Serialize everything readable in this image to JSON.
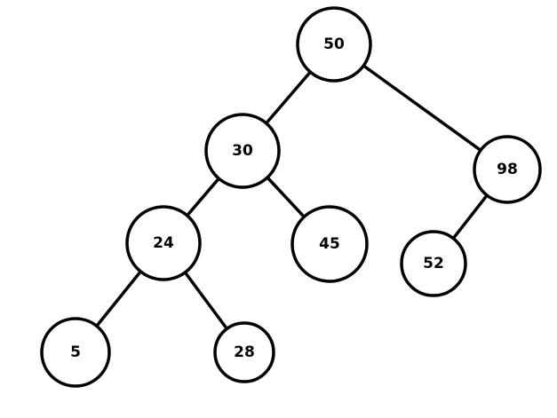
{
  "tree": {
    "nodes": [
      {
        "id": "n50",
        "label": "50"
      },
      {
        "id": "n30",
        "label": "30"
      },
      {
        "id": "n98",
        "label": "98"
      },
      {
        "id": "n24",
        "label": "24"
      },
      {
        "id": "n45",
        "label": "45"
      },
      {
        "id": "n52",
        "label": "52"
      },
      {
        "id": "n5",
        "label": "5"
      },
      {
        "id": "n28",
        "label": "28"
      }
    ],
    "edges": [
      {
        "from": "n50",
        "to": "n30"
      },
      {
        "from": "n50",
        "to": "n98"
      },
      {
        "from": "n30",
        "to": "n24"
      },
      {
        "from": "n30",
        "to": "n45"
      },
      {
        "from": "n98",
        "to": "n52"
      },
      {
        "from": "n24",
        "to": "n5"
      },
      {
        "from": "n24",
        "to": "n28"
      }
    ]
  }
}
